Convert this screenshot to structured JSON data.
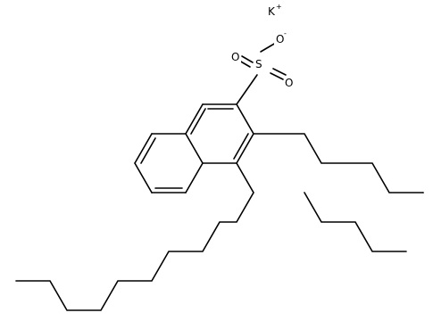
{
  "molecule": {
    "counterion": {
      "symbol": "K",
      "charge": "+"
    },
    "sulfonate": {
      "sulfur": "S",
      "oxygen_top": {
        "symbol": "O",
        "charge": "-"
      },
      "oxygen_left": "O",
      "oxygen_right": "O"
    }
  },
  "colors": {
    "bond": "#000000",
    "text": "#000000",
    "background": "#ffffff"
  }
}
